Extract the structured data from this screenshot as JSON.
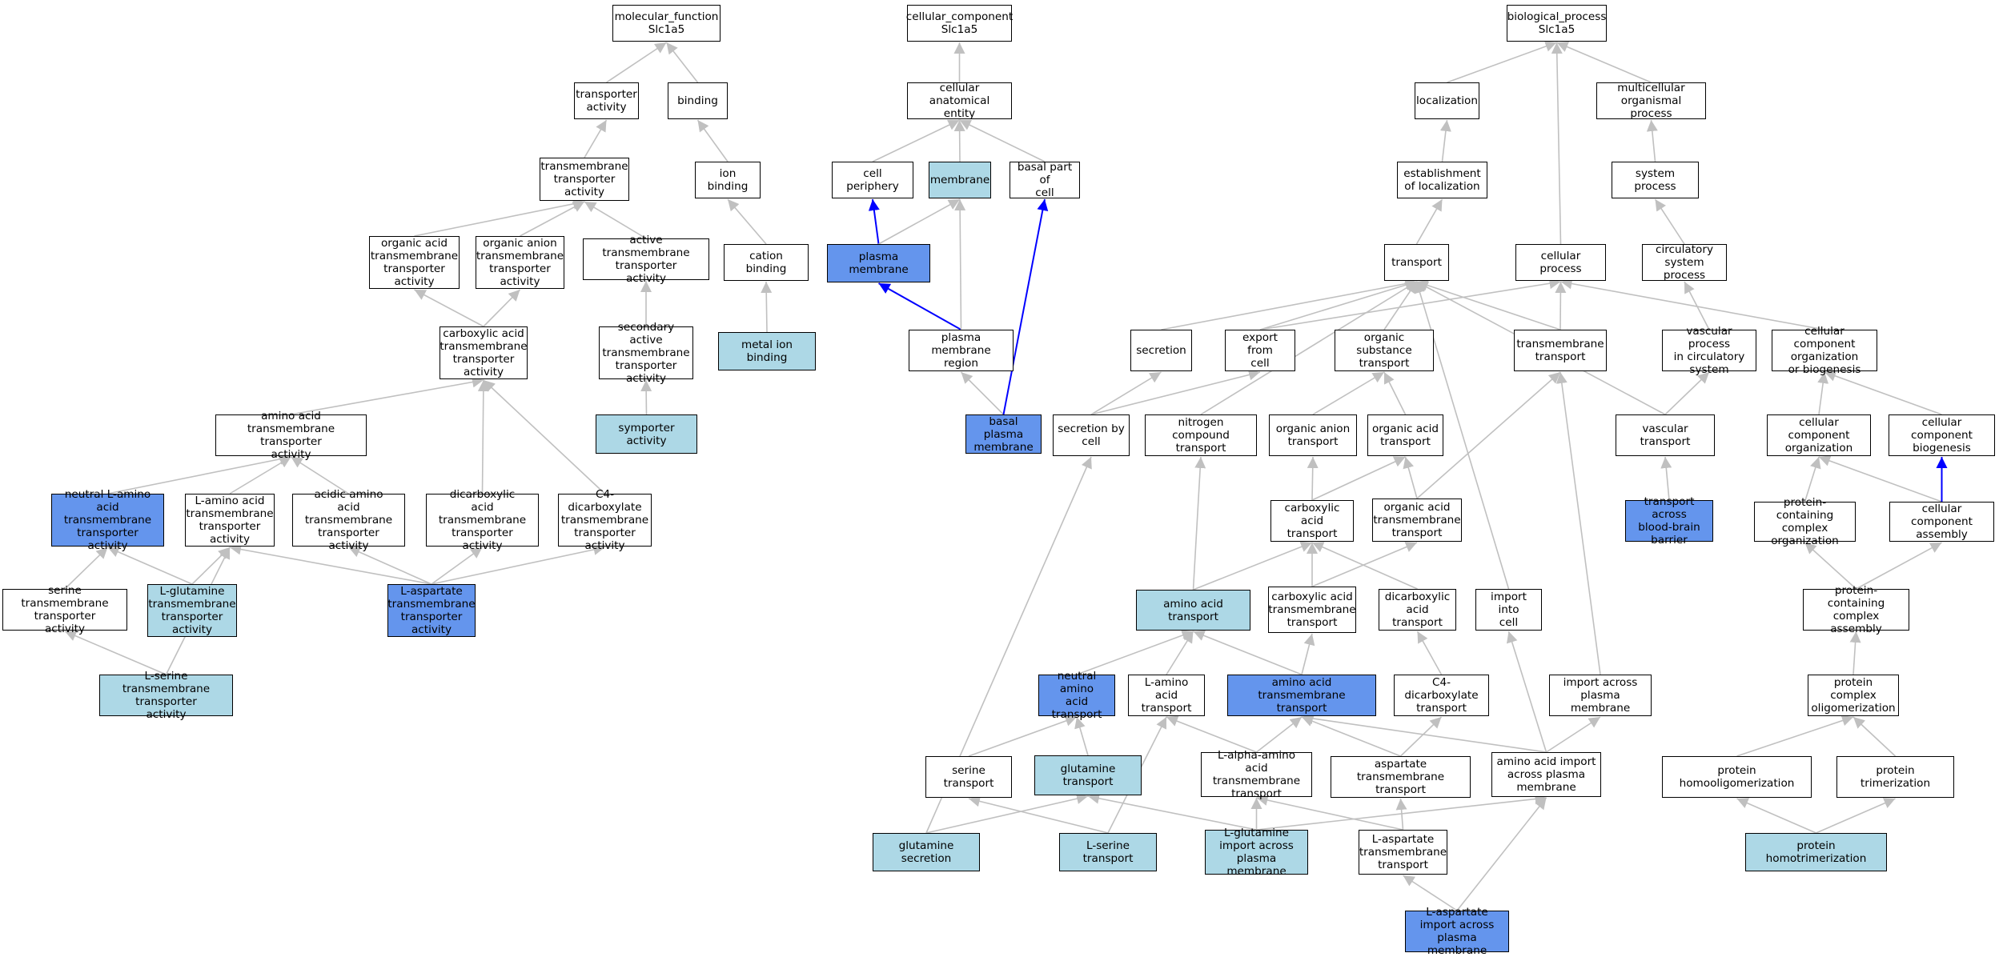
{
  "colors": {
    "normal": "#ffffff",
    "light": "#add8e6",
    "dark": "#6495ed",
    "edge": "#c0c0c0",
    "edge_highlight": "#0000ff"
  },
  "nodes": [
    {
      "id": "mf",
      "label": "molecular_function\nSlc1a5",
      "style": "normal"
    },
    {
      "id": "transporter_activity",
      "label": "transporter\nactivity",
      "style": "normal"
    },
    {
      "id": "binding",
      "label": "binding",
      "style": "normal"
    },
    {
      "id": "tm_transporter_activity",
      "label": "transmembrane\ntransporter\nactivity",
      "style": "normal"
    },
    {
      "id": "ion_binding",
      "label": "ion binding",
      "style": "normal"
    },
    {
      "id": "organic_acid_tm",
      "label": "organic acid\ntransmembrane\ntransporter\nactivity",
      "style": "normal"
    },
    {
      "id": "organic_anion_tm",
      "label": "organic anion\ntransmembrane\ntransporter\nactivity",
      "style": "normal"
    },
    {
      "id": "active_tm",
      "label": "active transmembrane\ntransporter\nactivity",
      "style": "normal"
    },
    {
      "id": "cation_binding",
      "label": "cation binding",
      "style": "normal"
    },
    {
      "id": "carboxylic_tm",
      "label": "carboxylic acid\ntransmembrane\ntransporter\nactivity",
      "style": "normal"
    },
    {
      "id": "secondary_active",
      "label": "secondary active\ntransmembrane\ntransporter\nactivity",
      "style": "normal"
    },
    {
      "id": "metal_ion_binding",
      "label": "metal ion binding",
      "style": "light"
    },
    {
      "id": "amino_acid_tm_activity",
      "label": "amino acid transmembrane\ntransporter\nactivity",
      "style": "normal"
    },
    {
      "id": "symporter",
      "label": "symporter activity",
      "style": "light"
    },
    {
      "id": "neutral_l_amino",
      "label": "neutral L-amino\nacid transmembrane\ntransporter\nactivity",
      "style": "dark"
    },
    {
      "id": "l_amino_acid_tm_activity",
      "label": "L-amino acid\ntransmembrane\ntransporter\nactivity",
      "style": "normal"
    },
    {
      "id": "acidic_amino",
      "label": "acidic amino\nacid transmembrane\ntransporter\nactivity",
      "style": "normal"
    },
    {
      "id": "dicarboxylic_tm_activity",
      "label": "dicarboxylic\nacid transmembrane\ntransporter\nactivity",
      "style": "normal"
    },
    {
      "id": "c4_tm_activity",
      "label": "C4-dicarboxylate\ntransmembrane\ntransporter\nactivity",
      "style": "normal"
    },
    {
      "id": "serine_tm_activity",
      "label": "serine transmembrane\ntransporter\nactivity",
      "style": "normal"
    },
    {
      "id": "l_glutamine_tm_activity",
      "label": "L-glutamine\ntransmembrane\ntransporter\nactivity",
      "style": "light"
    },
    {
      "id": "l_aspartate_tm_activity",
      "label": "L-aspartate\ntransmembrane\ntransporter\nactivity",
      "style": "dark"
    },
    {
      "id": "l_serine_tm_activity",
      "label": "L-serine transmembrane\ntransporter\nactivity",
      "style": "light"
    },
    {
      "id": "cc",
      "label": "cellular_component\nSlc1a5",
      "style": "normal"
    },
    {
      "id": "cellular_anatomical",
      "label": "cellular anatomical\nentity",
      "style": "normal"
    },
    {
      "id": "cell_periphery",
      "label": "cell periphery",
      "style": "normal"
    },
    {
      "id": "membrane",
      "label": "membrane",
      "style": "light"
    },
    {
      "id": "basal_part",
      "label": "basal part of\ncell",
      "style": "normal"
    },
    {
      "id": "plasma_membrane",
      "label": "plasma membrane",
      "style": "dark"
    },
    {
      "id": "pm_region",
      "label": "plasma membrane\nregion",
      "style": "normal"
    },
    {
      "id": "basal_pm",
      "label": "basal plasma\nmembrane",
      "style": "dark"
    },
    {
      "id": "bp",
      "label": "biological_process\nSlc1a5",
      "style": "normal"
    },
    {
      "id": "localization",
      "label": "localization",
      "style": "normal"
    },
    {
      "id": "multicellular",
      "label": "multicellular\norganismal process",
      "style": "normal"
    },
    {
      "id": "establishment",
      "label": "establishment\nof localization",
      "style": "normal"
    },
    {
      "id": "system_process",
      "label": "system process",
      "style": "normal"
    },
    {
      "id": "transport",
      "label": "transport",
      "style": "normal"
    },
    {
      "id": "cellular_process",
      "label": "cellular process",
      "style": "normal"
    },
    {
      "id": "circulatory",
      "label": "circulatory\nsystem process",
      "style": "normal"
    },
    {
      "id": "secretion",
      "label": "secretion",
      "style": "normal"
    },
    {
      "id": "export_from_cell",
      "label": "export from\ncell",
      "style": "normal"
    },
    {
      "id": "organic_substance",
      "label": "organic substance\ntransport",
      "style": "normal"
    },
    {
      "id": "tm_transport",
      "label": "transmembrane\ntransport",
      "style": "normal"
    },
    {
      "id": "vascular_process",
      "label": "vascular process\nin circulatory\nsystem",
      "style": "normal"
    },
    {
      "id": "cc_org_biogenesis",
      "label": "cellular component\norganization\nor biogenesis",
      "style": "normal"
    },
    {
      "id": "secretion_by_cell",
      "label": "secretion by\ncell",
      "style": "normal"
    },
    {
      "id": "nitrogen_compound",
      "label": "nitrogen compound\ntransport",
      "style": "normal"
    },
    {
      "id": "organic_anion_transport",
      "label": "organic anion\ntransport",
      "style": "normal"
    },
    {
      "id": "organic_acid_transport",
      "label": "organic acid\ntransport",
      "style": "normal"
    },
    {
      "id": "vascular_transport",
      "label": "vascular transport",
      "style": "normal"
    },
    {
      "id": "cc_organization",
      "label": "cellular component\norganization",
      "style": "normal"
    },
    {
      "id": "cc_biogenesis",
      "label": "cellular component\nbiogenesis",
      "style": "normal"
    },
    {
      "id": "carboxylic_transport",
      "label": "carboxylic acid\ntransport",
      "style": "normal"
    },
    {
      "id": "organic_acid_tm_transport",
      "label": "organic acid\ntransmembrane\ntransport",
      "style": "normal"
    },
    {
      "id": "bbb",
      "label": "transport across\nblood-brain\nbarrier",
      "style": "dark"
    },
    {
      "id": "protein_complex_org",
      "label": "protein-containing\ncomplex organization",
      "style": "normal"
    },
    {
      "id": "cc_assembly",
      "label": "cellular component\nassembly",
      "style": "normal"
    },
    {
      "id": "amino_acid_transport",
      "label": "amino acid transport",
      "style": "light"
    },
    {
      "id": "carboxylic_tm_transport",
      "label": "carboxylic acid\ntransmembrane\ntransport",
      "style": "normal"
    },
    {
      "id": "dicarboxylic_transport",
      "label": "dicarboxylic\nacid transport",
      "style": "normal"
    },
    {
      "id": "import_into_cell",
      "label": "import into\ncell",
      "style": "normal"
    },
    {
      "id": "protein_complex_assembly",
      "label": "protein-containing\ncomplex assembly",
      "style": "normal"
    },
    {
      "id": "neutral_amino_transport",
      "label": "neutral amino\nacid transport",
      "style": "dark"
    },
    {
      "id": "l_amino_acid_transport",
      "label": "L-amino acid\ntransport",
      "style": "normal"
    },
    {
      "id": "amino_acid_tm_transport",
      "label": "amino acid transmembrane\ntransport",
      "style": "dark"
    },
    {
      "id": "c4_transport",
      "label": "C4-dicarboxylate\ntransport",
      "style": "normal"
    },
    {
      "id": "import_across_pm",
      "label": "import across\nplasma membrane",
      "style": "normal"
    },
    {
      "id": "protein_complex_oligo",
      "label": "protein complex\noligomerization",
      "style": "normal"
    },
    {
      "id": "serine_transport",
      "label": "serine transport",
      "style": "normal"
    },
    {
      "id": "glutamine_transport",
      "label": "glutamine transport",
      "style": "light"
    },
    {
      "id": "l_alpha_amino",
      "label": "L-alpha-amino\nacid transmembrane\ntransport",
      "style": "normal"
    },
    {
      "id": "aspartate_tm_transport",
      "label": "aspartate transmembrane\ntransport",
      "style": "normal"
    },
    {
      "id": "amino_acid_import",
      "label": "amino acid import\nacross plasma\nmembrane",
      "style": "normal"
    },
    {
      "id": "protein_homooligo",
      "label": "protein homooligomerization",
      "style": "normal"
    },
    {
      "id": "protein_trimer",
      "label": "protein trimerization",
      "style": "normal"
    },
    {
      "id": "glutamine_secretion",
      "label": "glutamine secretion",
      "style": "light"
    },
    {
      "id": "l_serine_transport",
      "label": "L-serine transport",
      "style": "light"
    },
    {
      "id": "l_glutamine_import",
      "label": "L-glutamine\nimport across\nplasma membrane",
      "style": "light"
    },
    {
      "id": "l_aspartate_tm_transport",
      "label": "L-aspartate\ntransmembrane\ntransport",
      "style": "normal"
    },
    {
      "id": "protein_homotrimer",
      "label": "protein homotrimerization",
      "style": "light"
    },
    {
      "id": "l_aspartate_import",
      "label": "L-aspartate\nimport across\nplasma membrane",
      "style": "dark"
    }
  ],
  "edges": [
    [
      "transporter_activity",
      "mf"
    ],
    [
      "binding",
      "mf"
    ],
    [
      "tm_transporter_activity",
      "transporter_activity"
    ],
    [
      "ion_binding",
      "binding"
    ],
    [
      "organic_acid_tm",
      "tm_transporter_activity"
    ],
    [
      "organic_anion_tm",
      "tm_transporter_activity"
    ],
    [
      "active_tm",
      "tm_transporter_activity"
    ],
    [
      "cation_binding",
      "ion_binding"
    ],
    [
      "metal_ion_binding",
      "cation_binding"
    ],
    [
      "carboxylic_tm",
      "organic_acid_tm"
    ],
    [
      "carboxylic_tm",
      "organic_anion_tm"
    ],
    [
      "secondary_active",
      "active_tm"
    ],
    [
      "symporter",
      "secondary_active"
    ],
    [
      "amino_acid_tm_activity",
      "carboxylic_tm"
    ],
    [
      "neutral_l_amino",
      "amino_acid_tm_activity"
    ],
    [
      "l_amino_acid_tm_activity",
      "amino_acid_tm_activity"
    ],
    [
      "acidic_amino",
      "amino_acid_tm_activity"
    ],
    [
      "dicarboxylic_tm_activity",
      "carboxylic_tm"
    ],
    [
      "c4_tm_activity",
      "carboxylic_tm"
    ],
    [
      "serine_tm_activity",
      "neutral_l_amino"
    ],
    [
      "l_glutamine_tm_activity",
      "neutral_l_amino"
    ],
    [
      "l_glutamine_tm_activity",
      "l_amino_acid_tm_activity"
    ],
    [
      "l_aspartate_tm_activity",
      "l_amino_acid_tm_activity"
    ],
    [
      "l_aspartate_tm_activity",
      "acidic_amino"
    ],
    [
      "l_aspartate_tm_activity",
      "dicarboxylic_tm_activity"
    ],
    [
      "l_aspartate_tm_activity",
      "c4_tm_activity"
    ],
    [
      "l_serine_tm_activity",
      "serine_tm_activity"
    ],
    [
      "l_serine_tm_activity",
      "l_amino_acid_tm_activity"
    ],
    [
      "cellular_anatomical",
      "cc"
    ],
    [
      "cell_periphery",
      "cellular_anatomical"
    ],
    [
      "membrane",
      "cellular_anatomical"
    ],
    [
      "basal_part",
      "cellular_anatomical"
    ],
    [
      "plasma_membrane",
      "cell_periphery",
      1
    ],
    [
      "plasma_membrane",
      "membrane"
    ],
    [
      "pm_region",
      "plasma_membrane",
      1
    ],
    [
      "pm_region",
      "membrane"
    ],
    [
      "basal_pm",
      "pm_region"
    ],
    [
      "basal_pm",
      "basal_part",
      1
    ],
    [
      "localization",
      "bp"
    ],
    [
      "multicellular",
      "bp"
    ],
    [
      "cellular_process",
      "bp"
    ],
    [
      "establishment",
      "localization"
    ],
    [
      "system_process",
      "multicellular"
    ],
    [
      "transport",
      "establishment"
    ],
    [
      "circulatory",
      "system_process"
    ],
    [
      "secretion",
      "transport"
    ],
    [
      "export_from_cell",
      "transport"
    ],
    [
      "export_from_cell",
      "cellular_process"
    ],
    [
      "organic_substance",
      "transport"
    ],
    [
      "tm_transport",
      "transport"
    ],
    [
      "tm_transport",
      "cellular_process"
    ],
    [
      "vascular_process",
      "circulatory"
    ],
    [
      "cc_org_biogenesis",
      "cellular_process"
    ],
    [
      "secretion_by_cell",
      "secretion"
    ],
    [
      "secretion_by_cell",
      "export_from_cell"
    ],
    [
      "nitrogen_compound",
      "transport"
    ],
    [
      "organic_anion_transport",
      "organic_substance"
    ],
    [
      "organic_acid_transport",
      "organic_substance"
    ],
    [
      "vascular_transport",
      "transport"
    ],
    [
      "vascular_transport",
      "vascular_process"
    ],
    [
      "cc_organization",
      "cc_org_biogenesis"
    ],
    [
      "cc_biogenesis",
      "cc_org_biogenesis"
    ],
    [
      "carboxylic_transport",
      "organic_anion_transport"
    ],
    [
      "carboxylic_transport",
      "organic_acid_transport"
    ],
    [
      "organic_acid_tm_transport",
      "organic_acid_transport"
    ],
    [
      "organic_acid_tm_transport",
      "tm_transport"
    ],
    [
      "bbb",
      "vascular_transport"
    ],
    [
      "protein_complex_org",
      "cc_organization"
    ],
    [
      "cc_assembly",
      "cc_organization"
    ],
    [
      "cc_assembly",
      "cc_biogenesis",
      1
    ],
    [
      "amino_acid_transport",
      "nitrogen_compound"
    ],
    [
      "amino_acid_transport",
      "carboxylic_transport"
    ],
    [
      "carboxylic_tm_transport",
      "carboxylic_transport"
    ],
    [
      "carboxylic_tm_transport",
      "organic_acid_tm_transport"
    ],
    [
      "dicarboxylic_transport",
      "carboxylic_transport"
    ],
    [
      "import_into_cell",
      "transport"
    ],
    [
      "protein_complex_assembly",
      "protein_complex_org"
    ],
    [
      "protein_complex_assembly",
      "cc_assembly"
    ],
    [
      "neutral_amino_transport",
      "amino_acid_transport"
    ],
    [
      "l_amino_acid_transport",
      "amino_acid_transport"
    ],
    [
      "amino_acid_tm_transport",
      "amino_acid_transport"
    ],
    [
      "amino_acid_tm_transport",
      "carboxylic_tm_transport"
    ],
    [
      "c4_transport",
      "dicarboxylic_transport"
    ],
    [
      "import_across_pm",
      "tm_transport"
    ],
    [
      "protein_complex_oligo",
      "protein_complex_assembly"
    ],
    [
      "serine_transport",
      "neutral_amino_transport"
    ],
    [
      "glutamine_transport",
      "neutral_amino_transport"
    ],
    [
      "l_alpha_amino",
      "l_amino_acid_transport"
    ],
    [
      "l_alpha_amino",
      "amino_acid_tm_transport"
    ],
    [
      "aspartate_tm_transport",
      "amino_acid_tm_transport"
    ],
    [
      "aspartate_tm_transport",
      "c4_transport"
    ],
    [
      "amino_acid_import",
      "amino_acid_tm_transport"
    ],
    [
      "amino_acid_import",
      "import_into_cell"
    ],
    [
      "amino_acid_import",
      "import_across_pm"
    ],
    [
      "protein_homooligo",
      "protein_complex_oligo"
    ],
    [
      "protein_trimer",
      "protein_complex_oligo"
    ],
    [
      "glutamine_secretion",
      "secretion_by_cell"
    ],
    [
      "glutamine_secretion",
      "glutamine_transport"
    ],
    [
      "l_serine_transport",
      "serine_transport"
    ],
    [
      "l_serine_transport",
      "l_amino_acid_transport"
    ],
    [
      "l_glutamine_import",
      "glutamine_transport"
    ],
    [
      "l_glutamine_import",
      "l_alpha_amino"
    ],
    [
      "l_glutamine_import",
      "amino_acid_import"
    ],
    [
      "l_aspartate_tm_transport",
      "l_alpha_amino"
    ],
    [
      "l_aspartate_tm_transport",
      "aspartate_tm_transport"
    ],
    [
      "protein_homotrimer",
      "protein_homooligo"
    ],
    [
      "protein_homotrimer",
      "protein_trimer"
    ],
    [
      "l_aspartate_import",
      "l_aspartate_tm_transport"
    ],
    [
      "l_aspartate_import",
      "amino_acid_import"
    ]
  ]
}
